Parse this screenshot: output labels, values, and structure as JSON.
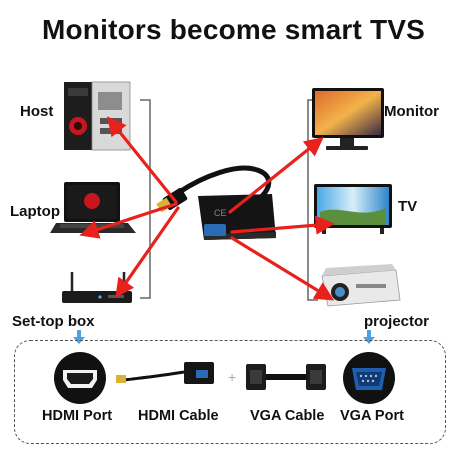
{
  "title": "Monitors become smart TVS",
  "sources": {
    "host": "Host",
    "laptop": "Laptop",
    "settop": "Set-top box"
  },
  "outputs": {
    "monitor": "Monitor",
    "tv": "TV",
    "projector": "projector"
  },
  "adapter_label": "CE",
  "accessories": {
    "hdmi_port": "HDMI Port",
    "hdmi_cable": "HDMI Cable",
    "vga_cable": "VGA Cable",
    "vga_port": "VGA Port"
  },
  "colors": {
    "arrow": "#e8211d",
    "bracket": "#666666",
    "callout_arrow": "#4aa3e0"
  },
  "icons": [
    "host-tower-icon",
    "laptop-icon",
    "settop-box-icon",
    "hdmi-vga-adapter-icon",
    "monitor-icon",
    "tv-icon",
    "projector-icon",
    "hdmi-port-icon",
    "hdmi-cable-icon",
    "vga-cable-icon",
    "vga-port-icon"
  ]
}
